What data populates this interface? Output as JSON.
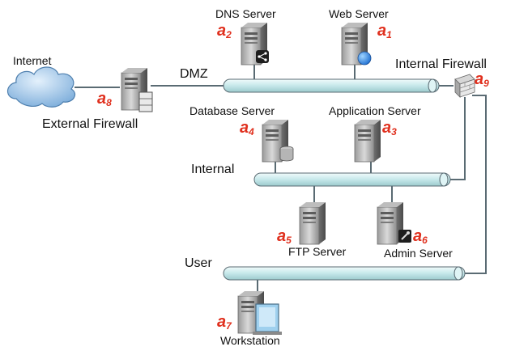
{
  "networks": {
    "dmz": "DMZ",
    "internal": "Internal",
    "user": "User"
  },
  "nodes": {
    "internet": "Internet",
    "external_firewall": "External Firewall",
    "internal_firewall": "Internal Firewall",
    "dns_server": "DNS Server",
    "web_server": "Web Server",
    "database_server": "Database Server",
    "application_server": "Application Server",
    "ftp_server": "FTP Server",
    "admin_server": "Admin Server",
    "workstation": "Workstation"
  },
  "annotations": {
    "a1": {
      "letter": "a",
      "index": "1"
    },
    "a2": {
      "letter": "a",
      "index": "2"
    },
    "a3": {
      "letter": "a",
      "index": "3"
    },
    "a4": {
      "letter": "a",
      "index": "4"
    },
    "a5": {
      "letter": "a",
      "index": "5"
    },
    "a6": {
      "letter": "a",
      "index": "6"
    },
    "a7": {
      "letter": "a",
      "index": "7"
    },
    "a8": {
      "letter": "a",
      "index": "8"
    },
    "a9": {
      "letter": "a",
      "index": "9"
    }
  },
  "colors": {
    "annotation": "#e0301e",
    "bus": "#cfeeee",
    "wire": "#5a6b73",
    "cloud": "#9fc6ea"
  }
}
